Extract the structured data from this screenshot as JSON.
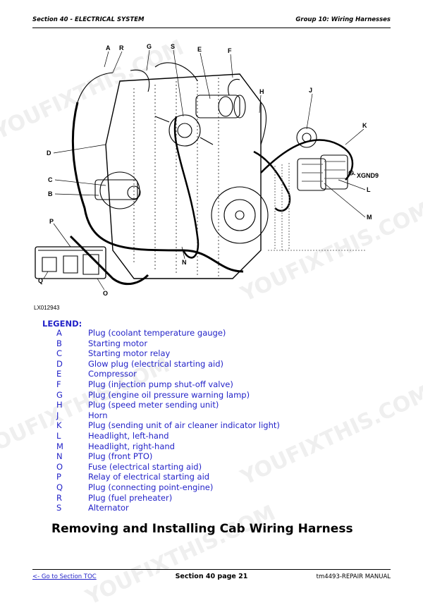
{
  "header": {
    "left": "Section 40 - ELECTRICAL SYSTEM",
    "right": "Group 10: Wiring Harnesses"
  },
  "figure": {
    "id": "LX012943",
    "callouts": [
      "A",
      "R",
      "G",
      "S",
      "E",
      "F",
      "H",
      "J",
      "K",
      "XGND9",
      "L",
      "M",
      "D",
      "C",
      "B",
      "P",
      "Q",
      "O",
      "N"
    ]
  },
  "legend": {
    "title": "LEGEND:",
    "items": [
      {
        "key": "A",
        "text": "Plug (coolant temperature gauge)"
      },
      {
        "key": "B",
        "text": "Starting motor"
      },
      {
        "key": "C",
        "text": "Starting motor relay"
      },
      {
        "key": "D",
        "text": "Glow plug (electrical starting aid)"
      },
      {
        "key": "E",
        "text": "Compressor"
      },
      {
        "key": "F",
        "text": "Plug (injection pump shut-off valve)"
      },
      {
        "key": "G",
        "text": "Plug (engine oil pressure warning lamp)"
      },
      {
        "key": "H",
        "text": "Plug (speed meter sending unit)"
      },
      {
        "key": "J",
        "text": "Horn"
      },
      {
        "key": "K",
        "text": "Plug (sending unit of air cleaner indicator light)"
      },
      {
        "key": "L",
        "text": "Headlight, left-hand"
      },
      {
        "key": "M",
        "text": "Headlight, right-hand"
      },
      {
        "key": "N",
        "text": "Plug (front PTO)"
      },
      {
        "key": "O",
        "text": "Fuse (electrical starting aid)"
      },
      {
        "key": "P",
        "text": "Relay of electrical starting aid"
      },
      {
        "key": "Q",
        "text": "Plug (connecting point-engine)"
      },
      {
        "key": "R",
        "text": "Plug (fuel preheater)"
      },
      {
        "key": "S",
        "text": "Alternator"
      }
    ]
  },
  "section_title": "Removing and Installing Cab Wiring Harness",
  "footer": {
    "toc_link": "<- Go to Section TOC",
    "page": "Section 40 page 21",
    "manual": "tm4493-REPAIR MANUAL"
  },
  "watermark": "YOUFIXTHIS.COM"
}
